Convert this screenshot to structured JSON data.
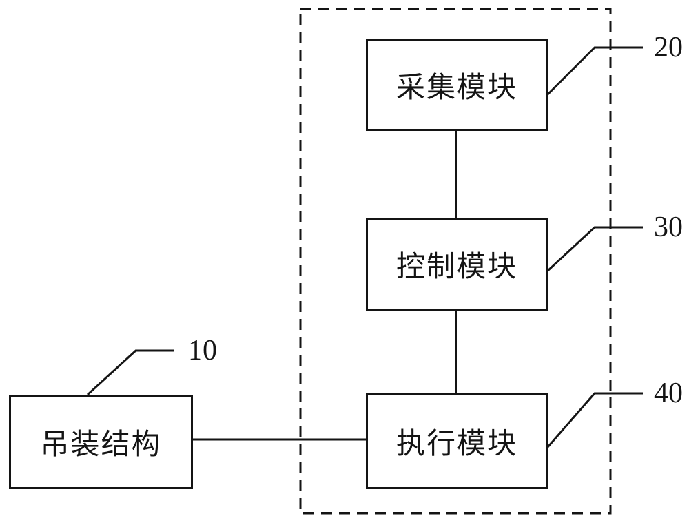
{
  "figure": {
    "boxes": {
      "collection": {
        "label": "采集模块",
        "ref": "20"
      },
      "control": {
        "label": "控制模块",
        "ref": "30"
      },
      "execution": {
        "label": "执行模块",
        "ref": "40"
      },
      "hoisting": {
        "label": "吊装结构",
        "ref": "10"
      }
    },
    "edges": [
      {
        "from": "采集模块",
        "to": "控制模块"
      },
      {
        "from": "控制模块",
        "to": "执行模块"
      },
      {
        "from": "吊装结构",
        "to": "执行模块"
      }
    ],
    "boundary": "dashed rectangle enclosing 采集模块, 控制模块, 执行模块",
    "line_color": "#141414",
    "background_color": "#ffffff"
  }
}
